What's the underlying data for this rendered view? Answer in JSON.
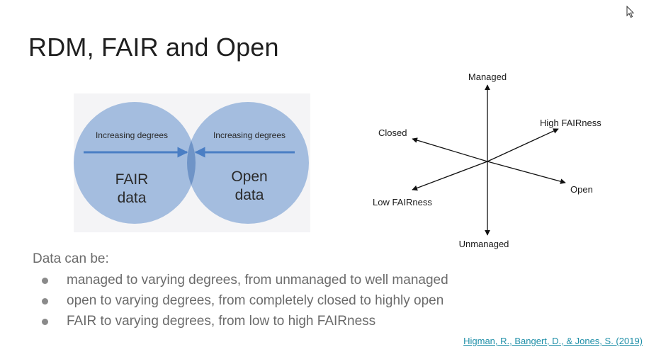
{
  "slide": {
    "title": "RDM, FAIR and Open",
    "venn": {
      "left_label": "Increasing degrees",
      "right_label": "Increasing degrees",
      "left_title_line1": "FAIR",
      "left_title_line2": "data",
      "right_title_line1": "Open",
      "right_title_line2": "data",
      "colors": {
        "circle": "#a4bddf",
        "overlap": "#6f94c7",
        "arrow": "#4a7ec4"
      }
    },
    "axes": {
      "top": "Managed",
      "bottom": "Unmanaged",
      "upper_left": "Closed",
      "upper_right": "High FAIRness",
      "lower_left": "Low FAIRness",
      "lower_right": "Open"
    },
    "lead": "Data can be:",
    "bullets": [
      "managed to varying degrees, from unmanaged to well managed",
      "open to varying degrees, from completely closed to highly open",
      "FAIR to varying degrees, from low to high FAIRness"
    ],
    "citation": "Higman, R., Bangert, D., & Jones, S. (2019)"
  },
  "icons": {
    "cursor": "mouse-pointer-icon"
  }
}
